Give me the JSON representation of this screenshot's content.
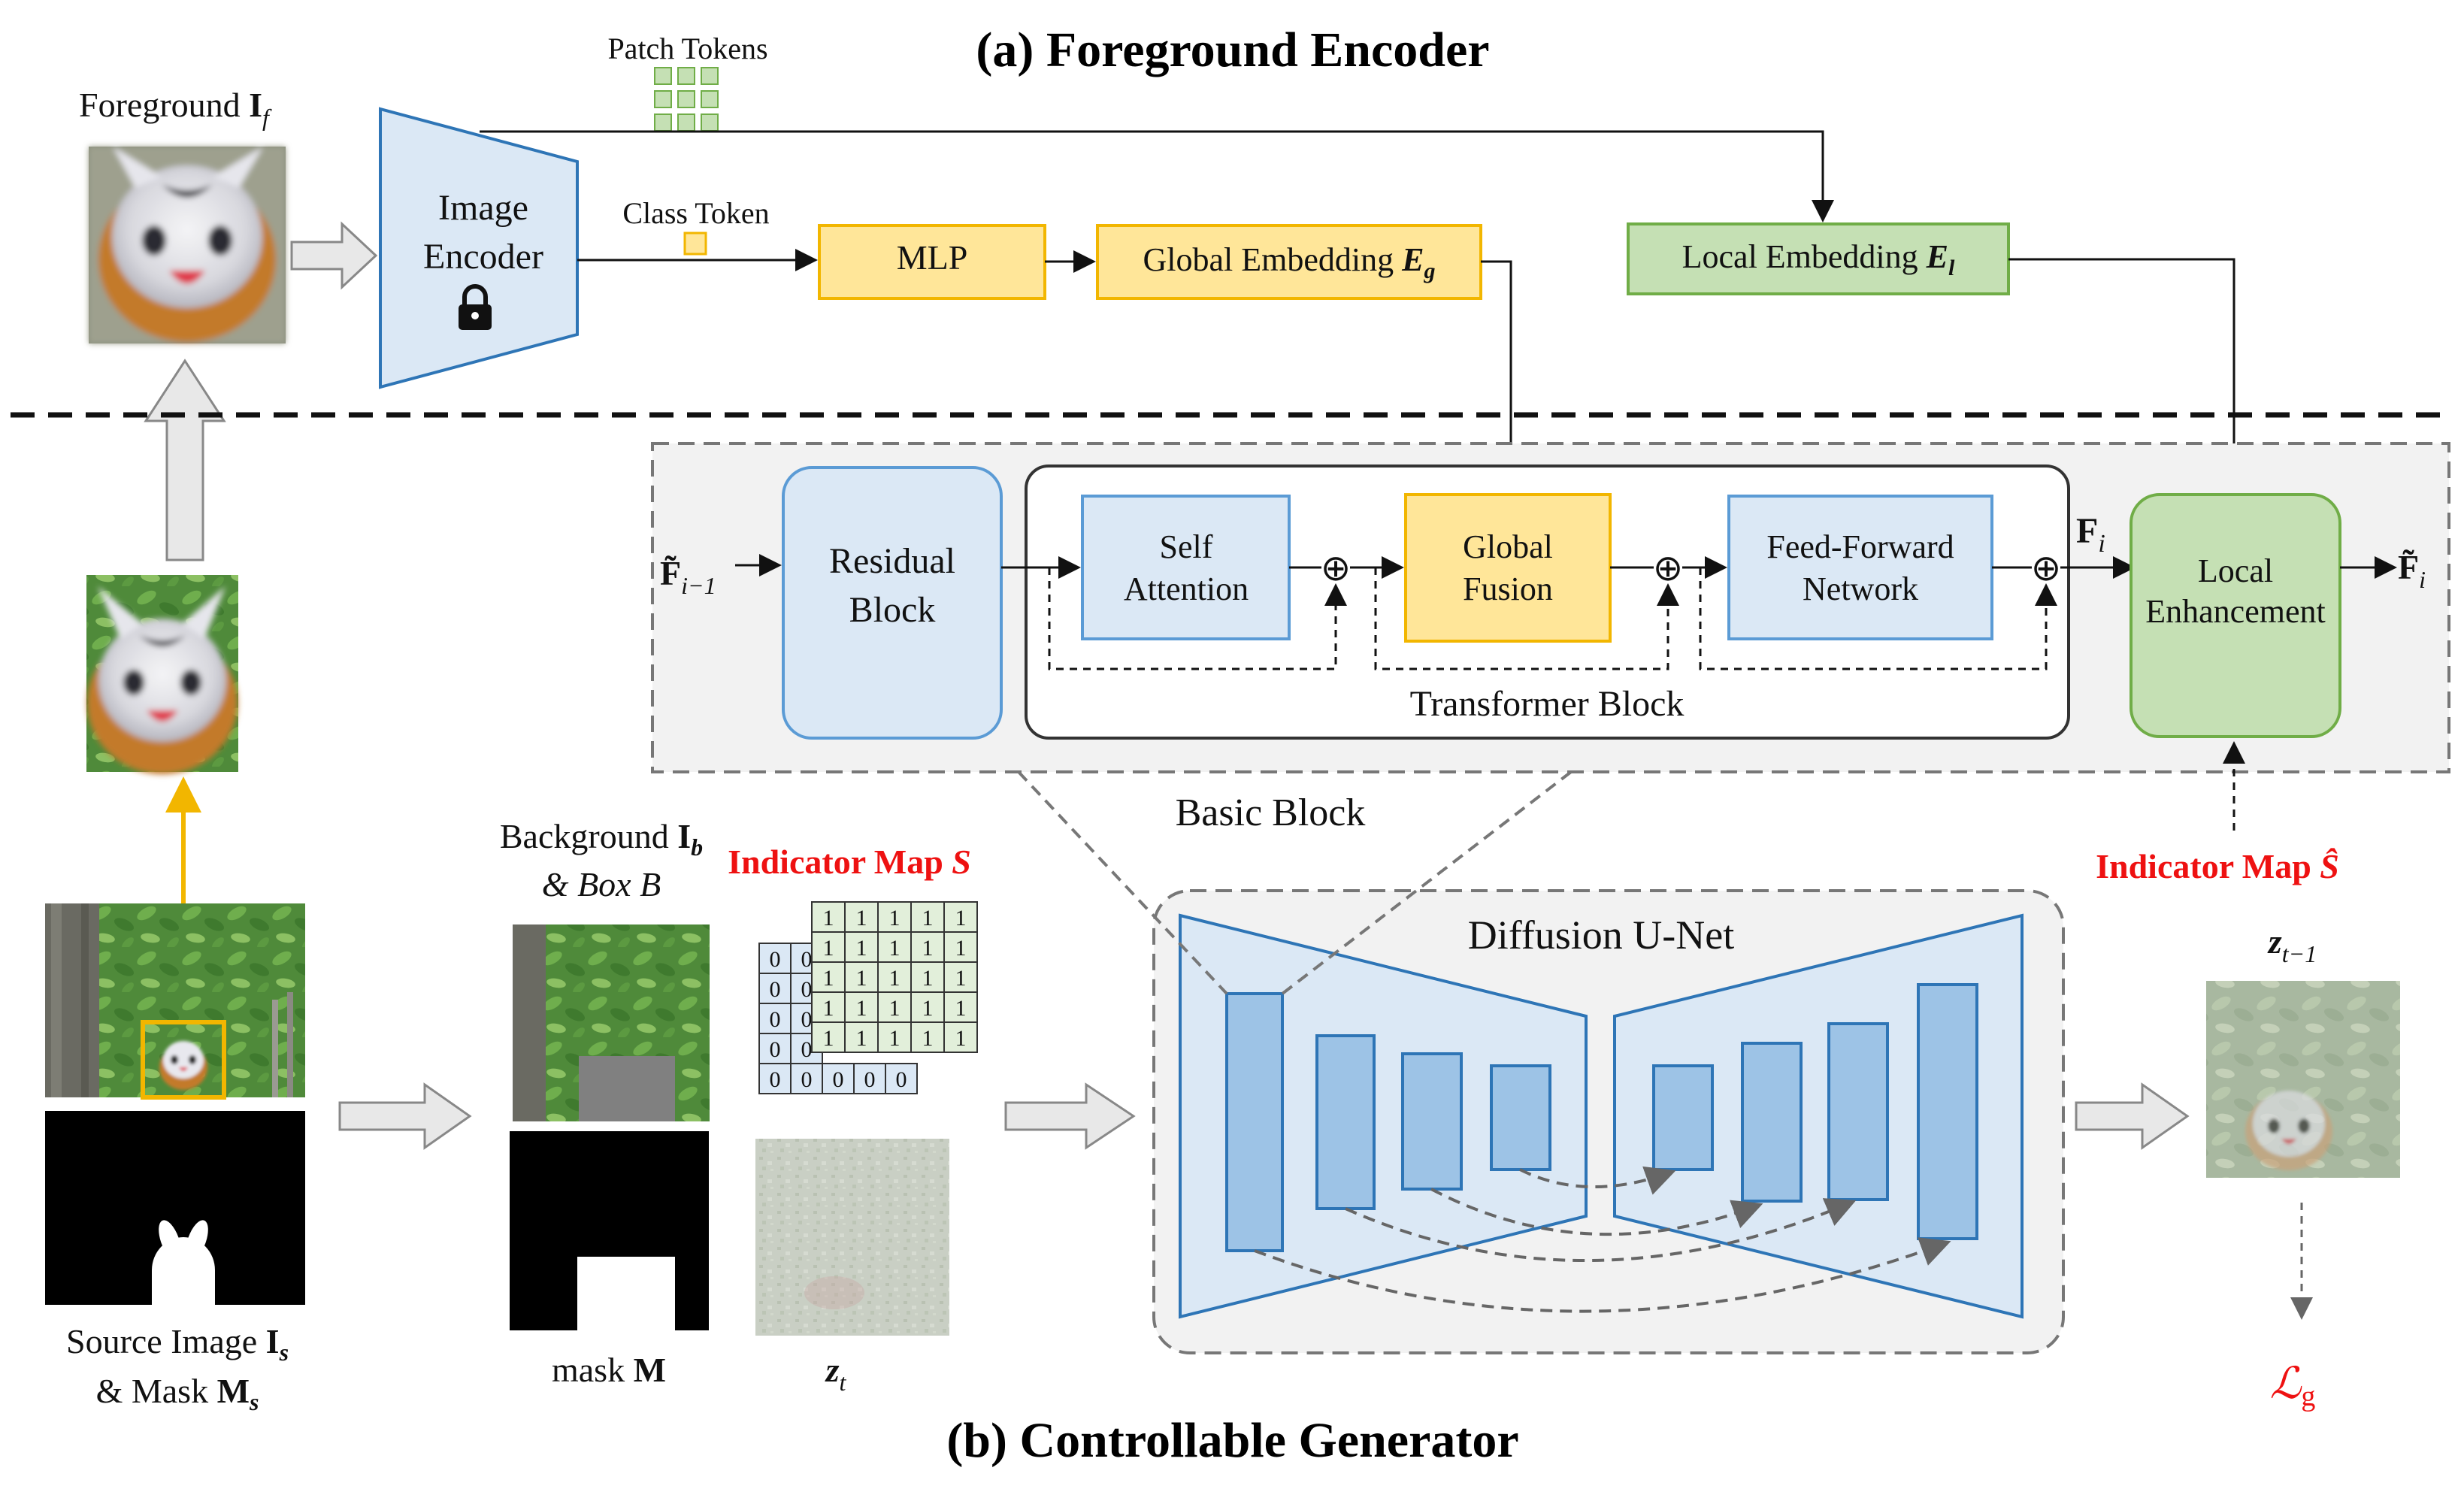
{
  "titles": {
    "encoder": "(a) Foreground Encoder",
    "generator": "(b) Controllable Generator"
  },
  "encoder": {
    "foreground_label": "Foreground",
    "foreground_symbol": "I",
    "foreground_sub": "f",
    "patch_tokens": "Patch Tokens",
    "class_token": "Class Token",
    "image_encoder_line1": "Image",
    "image_encoder_line2": "Encoder",
    "mlp": "MLP",
    "global_embedding": "Global Embedding",
    "global_embedding_symbol": "E",
    "global_embedding_sub": "g",
    "local_embedding": "Local Embedding",
    "local_embedding_symbol": "E",
    "local_embedding_sub": "l",
    "icons": [
      "lock-icon"
    ]
  },
  "basic_block": {
    "input": "F̃",
    "input_sub": "i−1",
    "residual_line1": "Residual",
    "residual_line2": "Block",
    "self_attention_line1": "Self",
    "self_attention_line2": "Attention",
    "global_fusion_line1": "Global",
    "global_fusion_line2": "Fusion",
    "ffn_line1": "Feed-Forward",
    "ffn_line2": "Network",
    "transformer_block": "Transformer Block",
    "fi": "F",
    "fi_sub": "i",
    "local_enh_line1": "Local",
    "local_enh_line2": "Enhancement",
    "output": "F̃",
    "output_sub": "i",
    "label": "Basic Block",
    "plus_symbol": "⊕"
  },
  "generator": {
    "source_line1": "Source Image",
    "source_symbol1": "I",
    "source_sub1": "s",
    "source_line2": "& Mask",
    "source_symbol2": "M",
    "source_sub2": "s",
    "background_line1": "Background",
    "background_symbol": "I",
    "background_sub": "b",
    "background_line2": "& Box",
    "box_symbol": "B",
    "mask_label": "mask",
    "mask_symbol": "M",
    "indicator_map": "Indicator Map",
    "indicator_symbol": "S",
    "indicator_hat": "Indicator Map",
    "indicator_hat_symbol": "Ŝ",
    "zt": "z",
    "zt_sub": "t",
    "unet": "Diffusion U-Net",
    "zt1": "z",
    "zt1_sub": "t−1",
    "loss": "ℒ",
    "loss_sub": "g",
    "front_grid": [
      [
        "1",
        "1",
        "1",
        "1",
        "1"
      ],
      [
        "1",
        "1",
        "1",
        "1",
        "1"
      ],
      [
        "1",
        "1",
        "1",
        "1",
        "1"
      ],
      [
        "1",
        "1",
        "1",
        "1",
        "1"
      ],
      [
        "1",
        "1",
        "1",
        "1",
        "1"
      ]
    ],
    "back_grid": [
      [
        "0",
        "0"
      ],
      [
        "0",
        "0"
      ],
      [
        "0",
        "0"
      ],
      [
        "0",
        "0"
      ],
      [
        "0",
        "0",
        "0",
        "0",
        "0"
      ]
    ]
  },
  "colors": {
    "blue_fill": "#dbe8f5",
    "blue_stroke": "#2e75b6",
    "yellow_fill": "#ffe699",
    "yellow_stroke": "#f2b600",
    "green_fill": "#c5e0b4",
    "green_stroke": "#70ad47",
    "red_text": "#ee1111",
    "unet_block": "#9dc3e6"
  }
}
